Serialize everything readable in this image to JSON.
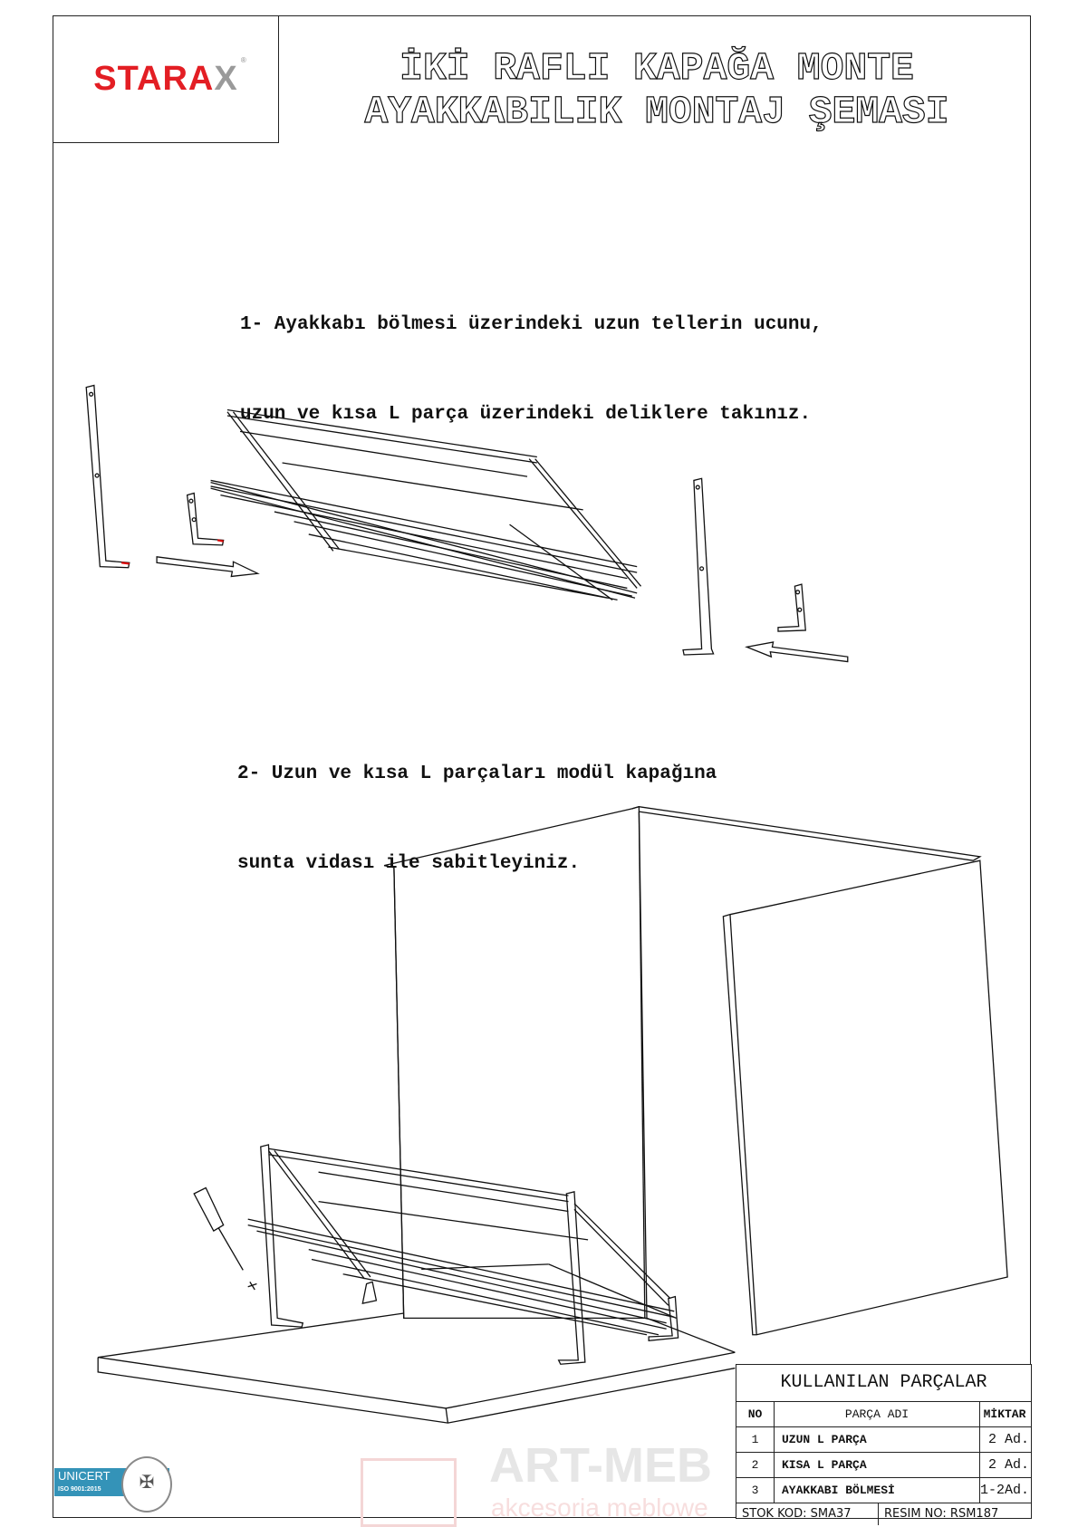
{
  "header": {
    "brand": "STARAX",
    "title_line1": "İKİ RAFLI KAPAĞA MONTE",
    "title_line2": "AYAKKABILIK MONTAJ ŞEMASI"
  },
  "steps": [
    {
      "line1": "1- Ayakkabı bölmesi üzerindeki uzun tellerin ucunu,",
      "line2": "uzun ve kısa L parça üzerindeki deliklere takınız."
    },
    {
      "line1": "2- Uzun ve kısa L parçaları modül kapağına",
      "line2": "sunta vidası ile sabitleyiniz."
    }
  ],
  "parts_table": {
    "title": "KULLANILAN PARÇALAR",
    "headers": {
      "no": "NO",
      "name": "PARÇA ADI",
      "qty": "MİKTAR"
    },
    "rows": [
      {
        "no": "1",
        "name": "UZUN L PARÇA",
        "qty": "2 Ad."
      },
      {
        "no": "2",
        "name": "KISA L PARÇA",
        "qty": "2 Ad."
      },
      {
        "no": "3",
        "name": "AYAKKABI BÖLMESİ",
        "qty": "1-2Ad."
      }
    ],
    "stock_code": "STOK KOD: SMA37",
    "drawing_no": "RESIM NO: RSM187"
  },
  "certification": {
    "name": "UNICERT",
    "standard": "ISO 9001:2015"
  },
  "watermark": {
    "name": "ART-MEB",
    "tagline": "akcesoria meblowe"
  },
  "colors": {
    "brand_red": "#e31e24",
    "cert_blue": "#3493b8"
  }
}
